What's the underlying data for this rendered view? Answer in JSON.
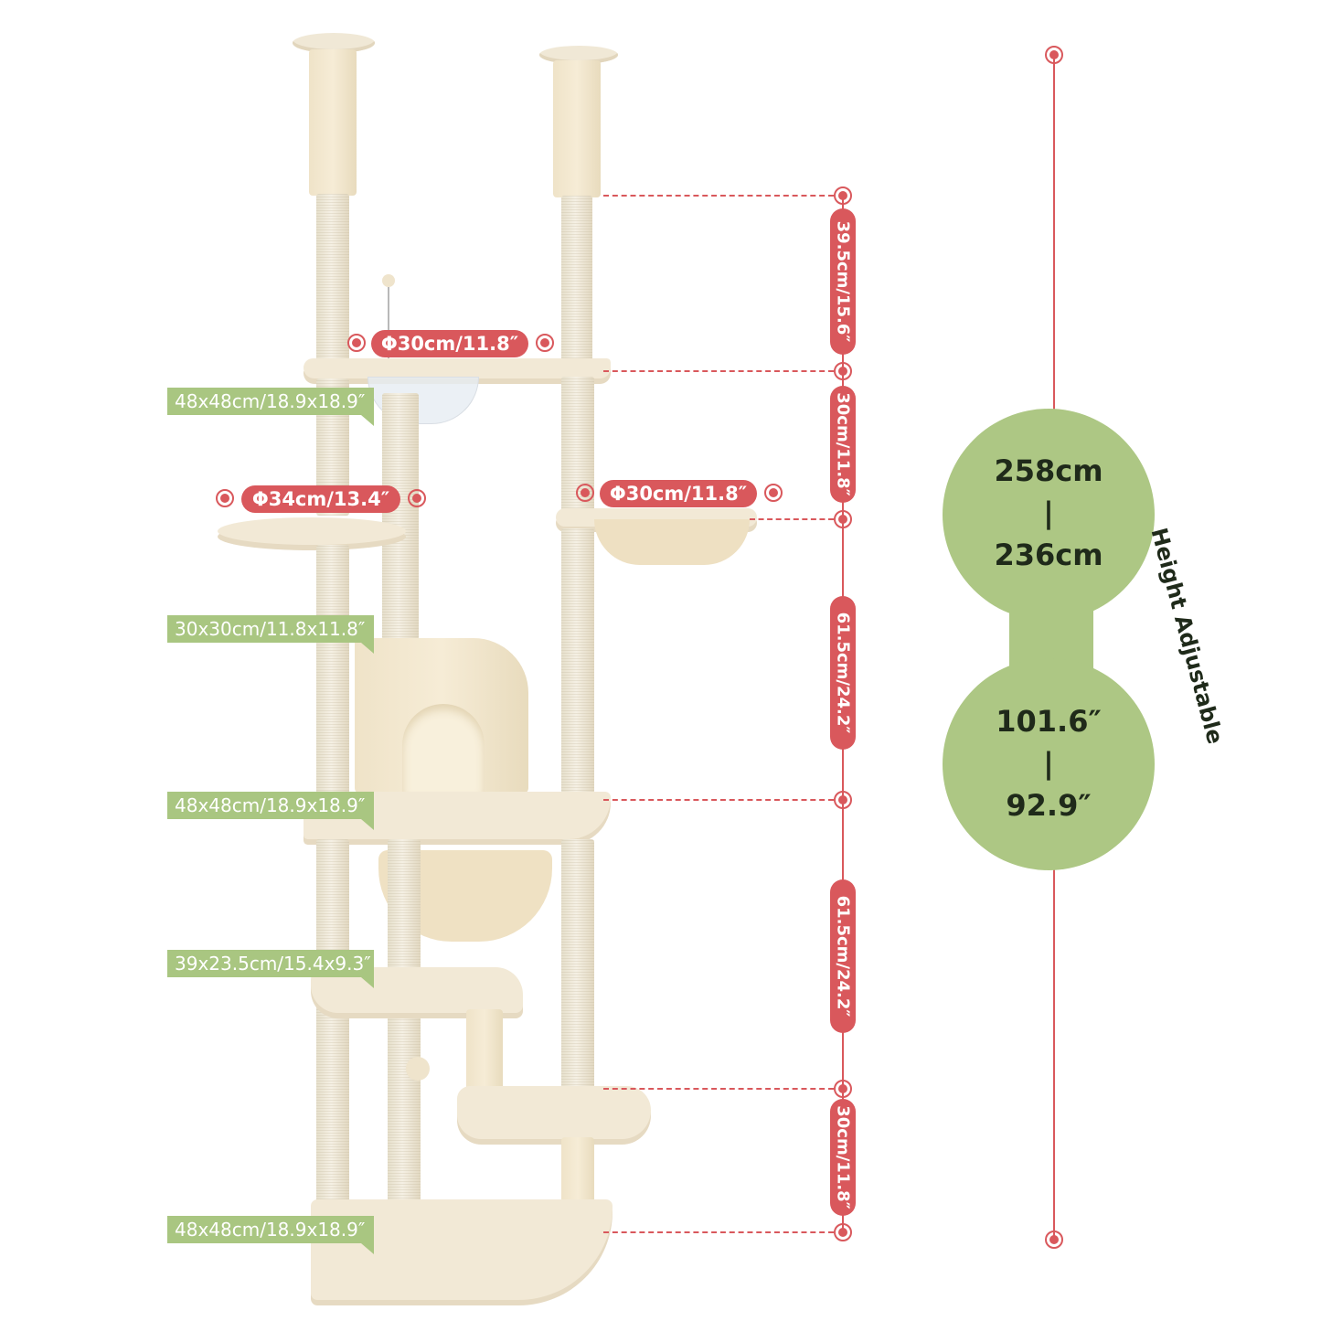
{
  "product": "floor-to-ceiling cat tree",
  "colors": {
    "dimension_red": "#d9585c",
    "label_green": "#a9c681",
    "height_bubble_green": "#adc784",
    "bubble_text": "#1f2a1a",
    "plush_beige": "#f2e9d6"
  },
  "diameter_labels": [
    {
      "text": "Φ30cm/11.8″",
      "target": "top platform bowl"
    },
    {
      "text": "Φ34cm/13.4″",
      "target": "round side perch"
    },
    {
      "text": "Φ30cm/11.8″",
      "target": "basket hammock"
    }
  ],
  "size_tags": [
    {
      "text": "48x48cm/18.9x18.9″",
      "target": "upper platform"
    },
    {
      "text": "30x30cm/11.8x11.8″",
      "target": "condo"
    },
    {
      "text": "48x48cm/18.9x18.9″",
      "target": "middle platform"
    },
    {
      "text": "39x23.5cm/15.4x9.3″",
      "target": "lower step"
    },
    {
      "text": "48x48cm/18.9x18.9″",
      "target": "base"
    }
  ],
  "vertical_segments": [
    {
      "text": "39.5cm/15.6″"
    },
    {
      "text": "30cm/11.8″"
    },
    {
      "text": "61.5cm/24.2″"
    },
    {
      "text": "61.5cm/24.2″"
    },
    {
      "text": "30cm/11.8″"
    }
  ],
  "height": {
    "metric_max": "258cm",
    "metric_sep": "|",
    "metric_min": "236cm",
    "imperial_max": "101.6″",
    "imperial_sep": "|",
    "imperial_min": "92.9″",
    "caption": "Height Adjustable"
  }
}
